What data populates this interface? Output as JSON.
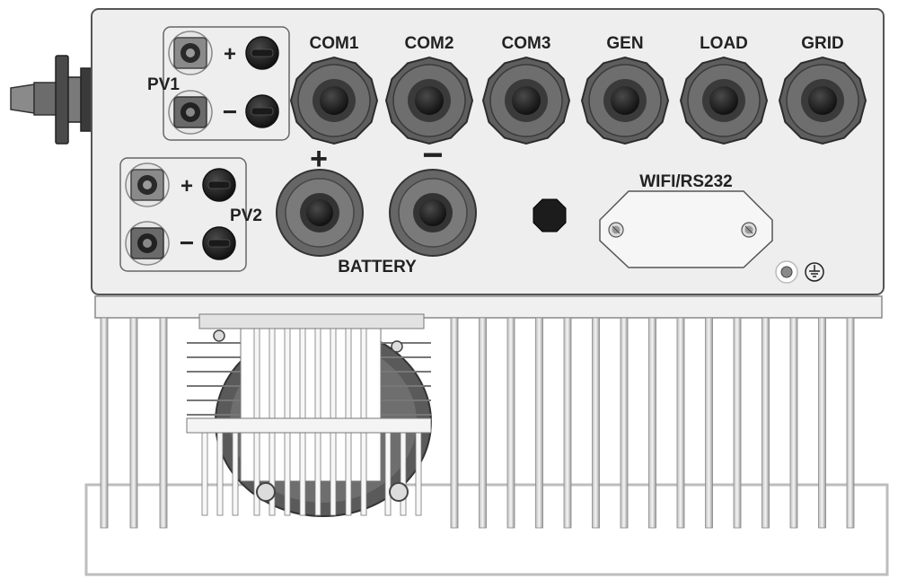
{
  "panel": {
    "pv1_label": "PV1",
    "pv2_label": "PV2",
    "pv_plus": "+",
    "pv_minus": "−",
    "battery_label": "BATTERY",
    "battery_plus": "+",
    "battery_minus": "−",
    "wifi_label": "WIFI/RS232"
  },
  "glands": [
    {
      "label": "COM1"
    },
    {
      "label": "COM2"
    },
    {
      "label": "COM3"
    },
    {
      "label": "GEN"
    },
    {
      "label": "LOAD"
    },
    {
      "label": "GRID"
    }
  ],
  "icons": {
    "ground": "ground-symbol-icon",
    "dc_switch": "dc-switch-icon",
    "vent_plug": "vent-plug-icon",
    "heatsink": "heatsink-icon",
    "cooling_fan": "cooling-fan-icon"
  },
  "colors": {
    "panel_fill": "#eeeeee",
    "panel_stroke": "#555555",
    "gland_outer": "#6b6b6b",
    "gland_inner": "#2a2a2a",
    "heatsink_fill": "#f3f3f3",
    "fan_body": "#5c5c5c"
  }
}
